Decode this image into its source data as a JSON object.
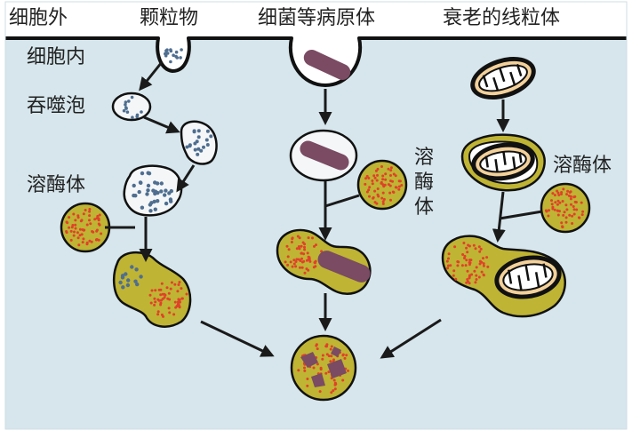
{
  "labels": {
    "outside": "细胞外",
    "inside": "细胞内",
    "col_particle": "颗粒物",
    "col_bacteria": "细菌等病原体",
    "col_mito": "衰老的线粒体",
    "phagosome": "吞噬泡",
    "lysosome_left": "溶酶体",
    "lysosome_mid": "溶酶体",
    "lysosome_right": "溶酶体"
  },
  "colors": {
    "cytoplasm": "#d6e6ec",
    "membrane": "#111111",
    "vesicle_fill": "#f4f6f8",
    "lysosome_fill": "#bfb433",
    "enzyme_dot": "#e0412a",
    "particle_dot": "#4f6e90",
    "bacterium": "#7a4b63",
    "mito_fill": "#f3d19a",
    "arrow": "#1a1a1a"
  }
}
